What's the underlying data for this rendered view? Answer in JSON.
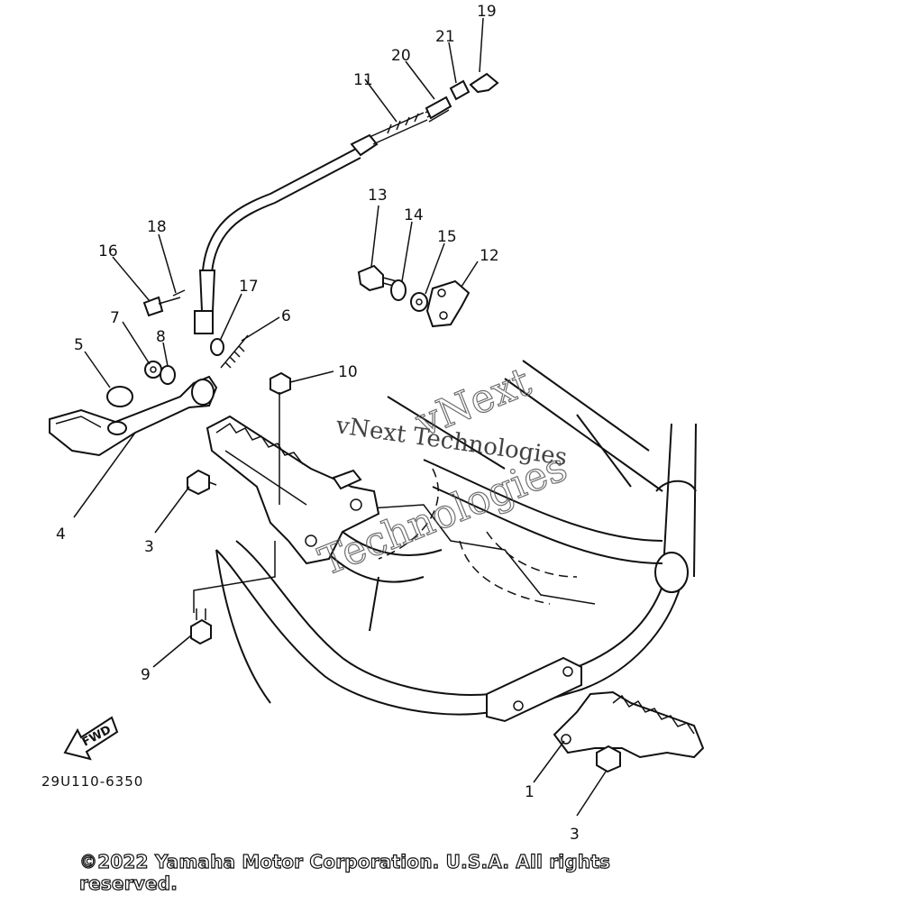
{
  "diagram": {
    "part_labels": [
      "19",
      "21",
      "20",
      "11",
      "13",
      "14",
      "15",
      "12",
      "18",
      "16",
      "17",
      "6",
      "7",
      "8",
      "5",
      "10",
      "4",
      "3",
      "9",
      "1",
      "3"
    ],
    "fwd_label": "FWD",
    "drawing_code": "29U110-6350",
    "watermark_text": "vNext Technologies",
    "watermark_outline_line1": "vNext",
    "watermark_outline_line2": "Technologies",
    "copyright": "©2022 Yamaha Motor Corporation. U.S.A. All rights reserved."
  }
}
